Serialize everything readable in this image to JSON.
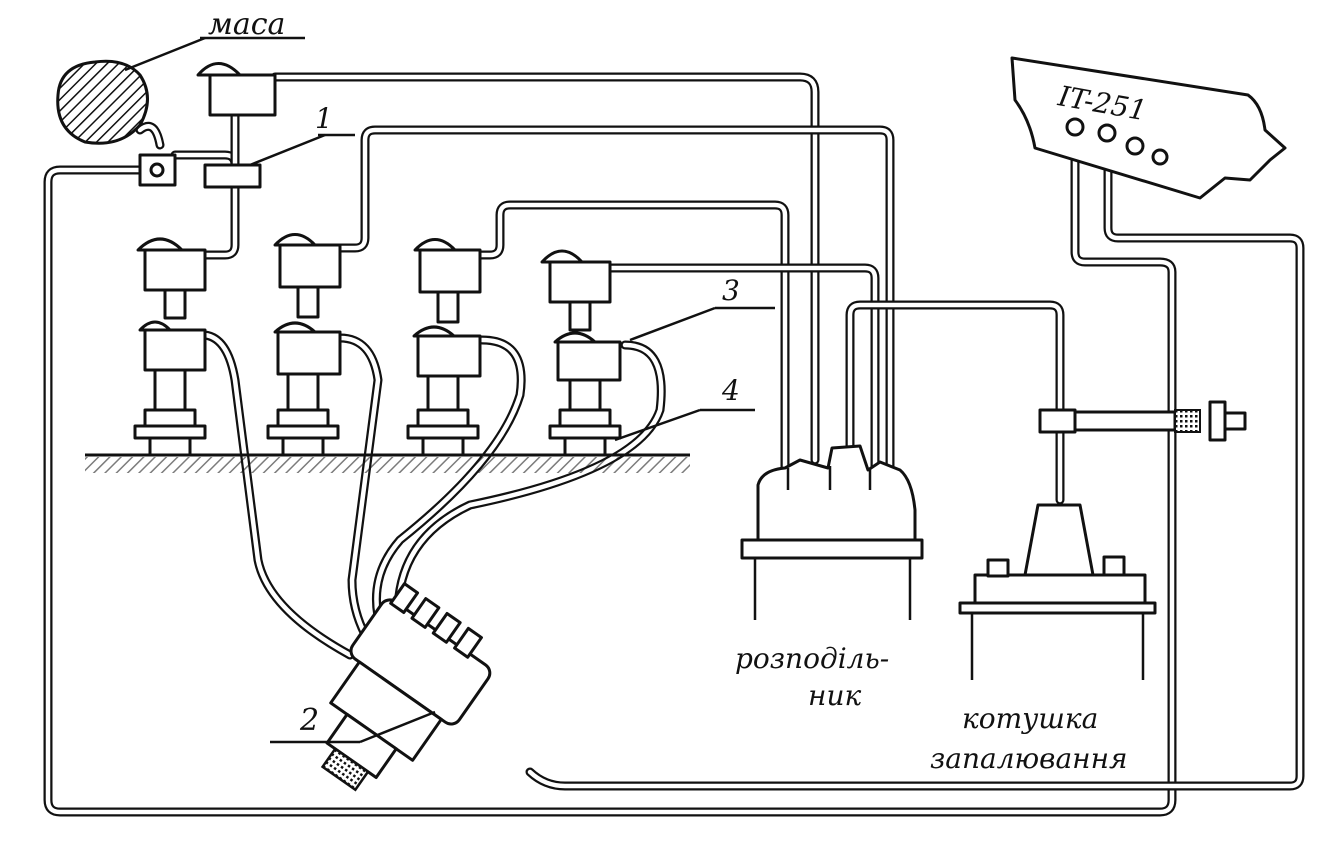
{
  "labels": {
    "mass": "маса",
    "callout_1": "1",
    "callout_2": "2",
    "callout_3": "3",
    "callout_4": "4",
    "instrument": "IT-251",
    "distributor_line1": "розподіль-",
    "distributor_line2": "ник",
    "coil_line1": "котушка",
    "coil_line2": "запалювання"
  }
}
